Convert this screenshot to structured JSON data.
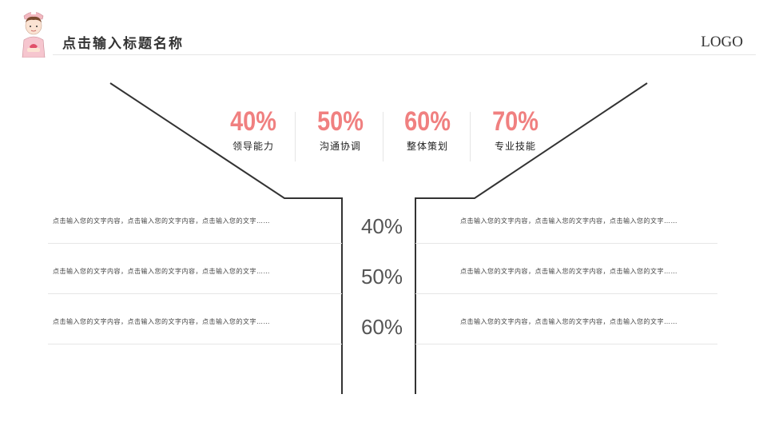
{
  "header": {
    "title": "点击输入标题名称",
    "logo": "LOGO"
  },
  "stats": [
    {
      "value": "40%",
      "label": "领导能力"
    },
    {
      "value": "50%",
      "label": "沟通协调"
    },
    {
      "value": "60%",
      "label": "整体策划"
    },
    {
      "value": "70%",
      "label": "专业技能"
    }
  ],
  "rows": [
    {
      "left": "点击输入您的文字内容，点击输入您的文字内容，点击输入您的文字……",
      "value": "40%",
      "right": "点击输入您的文字内容，点击输入您的文字内容，点击输入您的文字……"
    },
    {
      "left": "点击输入您的文字内容，点击输入您的文字内容，点击输入您的文字……",
      "value": "50%",
      "right": "点击输入您的文字内容，点击输入您的文字内容，点击输入您的文字……"
    },
    {
      "left": "点击输入您的文字内容，点击输入您的文字内容，点击输入您的文字……",
      "value": "60%",
      "right": "点击输入您的文字内容，点击输入您的文字内容，点击输入您的文字……"
    }
  ],
  "colors": {
    "accent": "#f08080",
    "text": "#333333",
    "rule": "#e6e6e6"
  }
}
